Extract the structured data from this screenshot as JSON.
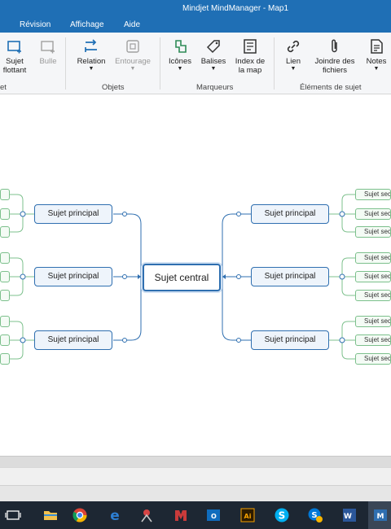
{
  "window": {
    "title": "Mindjet MindManager - Map1"
  },
  "menu": {
    "items": [
      "Révision",
      "Affichage",
      "Aide"
    ]
  },
  "ribbon": {
    "buttons": {
      "sujet_flottant": "Sujet flottant",
      "bulle": "Bulle",
      "relation": "Relation",
      "entourage": "Entourage",
      "icones": "Icônes",
      "balises": "Balises",
      "index_map": "Index de la map",
      "lien": "Lien",
      "joindre": "Joindre des fichiers",
      "notes": "Notes"
    },
    "groups": {
      "sujet": "et",
      "objets": "Objets",
      "marqueurs": "Marqueurs",
      "elements": "Éléments de sujet"
    }
  },
  "map": {
    "central": "Sujet central",
    "main_label": "Sujet principal",
    "sub_label": "Sujet secondaire"
  },
  "colors": {
    "titlebar": "#1f6fb5",
    "topic_border": "#2f6fb0",
    "subtopic_border": "#7cc08c"
  },
  "taskbar": {
    "icons": [
      "task-view-icon",
      "file-explorer-icon",
      "chrome-icon",
      "edge-icon",
      "app-icon",
      "mindmanager-icon",
      "outlook-icon",
      "illustrator-icon",
      "skype-icon",
      "skype-business-icon",
      "word-icon",
      "mindjet-active-icon"
    ]
  }
}
